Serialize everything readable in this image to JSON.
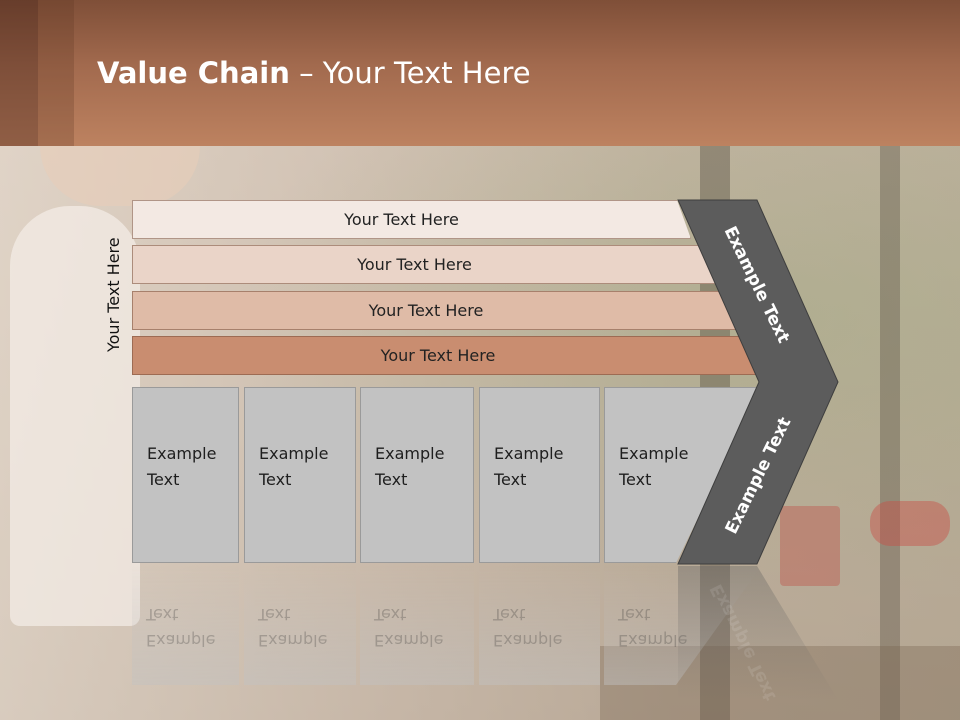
{
  "slide": {
    "title_bold": "Value Chain",
    "title_rest": " – Your Text Here"
  },
  "diagram": {
    "vertical_label": "Your Text Here",
    "rows": [
      {
        "label": "Your Text Here",
        "color": "#f3e9e3"
      },
      {
        "label": "Your Text Here",
        "color": "#ead4c8"
      },
      {
        "label": "Your Text Here",
        "color": "#dfbba7"
      },
      {
        "label": "Your Text Here",
        "color": "#c98d70"
      }
    ],
    "columns": [
      {
        "line1": "Example",
        "line2": "Text"
      },
      {
        "line1": "Example",
        "line2": "Text"
      },
      {
        "line1": "Example",
        "line2": "Text"
      },
      {
        "line1": "Example",
        "line2": "Text"
      },
      {
        "line1": "Example",
        "line2": "Text"
      }
    ],
    "chevron_top": "Example Text",
    "chevron_bottom": "Example Text",
    "chevron_color": "#5c5c5c"
  }
}
